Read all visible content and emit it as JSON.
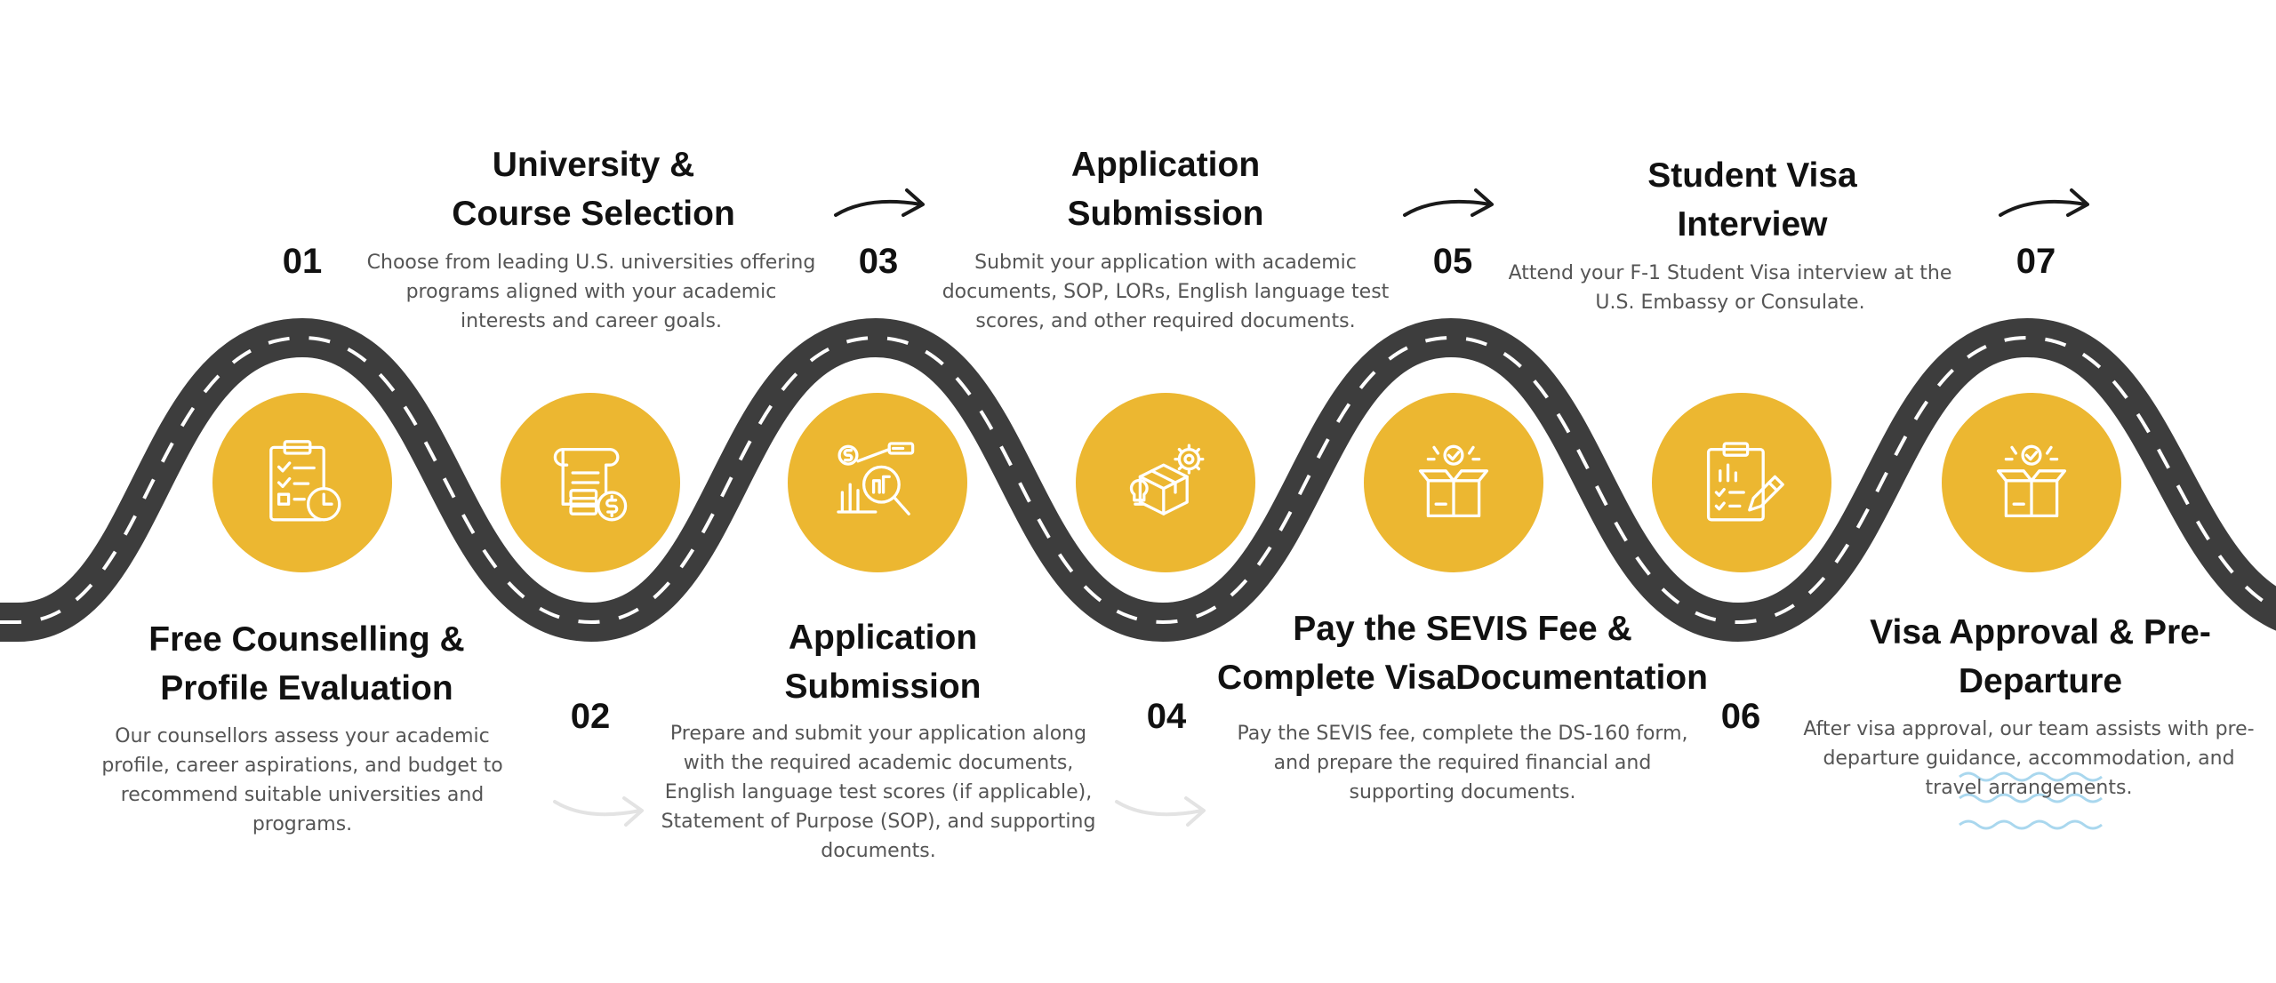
{
  "colors": {
    "road": "#3d3d3d",
    "dash": "#ffffff",
    "circle": "#ecb731",
    "title": "#111111",
    "text": "#555555",
    "arrow_dark": "#1a1a1a",
    "arrow_light": "#e3e3e3",
    "wave": "#a9d7ee"
  },
  "steps": [
    {
      "number": "01",
      "title_lines": [
        "Free Counselling &",
        "Profile Evaluation"
      ],
      "description": "Our counsellors assess your academic profile, career aspirations, and budget to recommend suitable universities and programs.",
      "icon": "clipboard-clock-icon"
    },
    {
      "number": "02",
      "title_lines": [
        "University &",
        "Course Selection"
      ],
      "description": "Choose from leading U.S. universities offering programs aligned with your academic interests and career goals.",
      "icon": "document-coins-icon"
    },
    {
      "number": "03",
      "title_lines": [
        "Application",
        "Submission"
      ],
      "description": "Prepare and submit your application along with the required academic documents, English language test scores (if applicable), Statement of Purpose (SOP), and supporting documents.",
      "icon": "analytics-magnifier-icon"
    },
    {
      "number": "04",
      "title_lines": [
        "Application",
        "Submission"
      ],
      "description": "Submit your application with academic documents, SOP, LORs, English language test scores, and other required documents.",
      "icon": "package-gear-icon"
    },
    {
      "number": "05",
      "title_lines": [
        "Pay the SEVIS Fee &",
        "Complete VisaDocumentation"
      ],
      "description": "Pay the SEVIS fee, complete the DS-160 form, and prepare the required financial and supporting documents.",
      "icon": "open-box-check-icon"
    },
    {
      "number": "06",
      "title_lines": [
        "Student Visa",
        "Interview"
      ],
      "description": "Attend your F-1 Student Visa interview at the U.S. Embassy or Consulate.",
      "icon": "clipboard-chart-pencil-icon"
    },
    {
      "number": "07",
      "title_lines": [
        "Visa Approval & Pre-",
        "Departure"
      ],
      "description": "After visa approval, our team assists with pre-departure guidance, accommodation, and travel arrangements.",
      "icon": "open-box-check-icon"
    }
  ]
}
